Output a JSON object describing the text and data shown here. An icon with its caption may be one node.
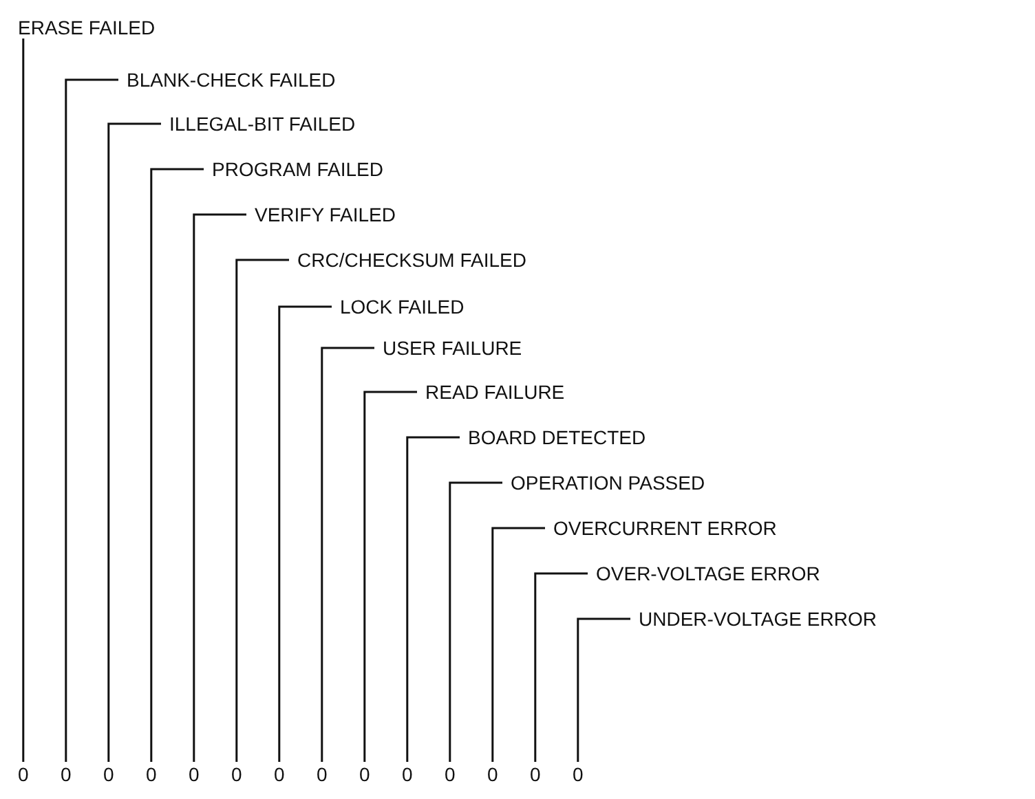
{
  "diagram": {
    "nodes": [
      {
        "text": [
          "ERASE FAILED"
        ]
      },
      {
        "text": [
          "BLANK-CHECK FAILED"
        ]
      },
      {
        "text": [
          "ILLEGAL-BIT FAILED"
        ]
      },
      {
        "text": [
          "PROGRAM FAILED"
        ]
      },
      {
        "text": [
          "VERIFY FAILED"
        ]
      },
      {
        "text": [
          "CRC/CHECKSUM FAILED"
        ]
      },
      {
        "text": [
          "LOCK FAILED"
        ]
      },
      {
        "text": [
          "USER FAILURE"
        ]
      },
      {
        "text": [
          "READ FAILURE"
        ]
      },
      {
        "text": [
          "BOARD DETECTED"
        ]
      },
      {
        "text": [
          "OPERATION PASSED"
        ]
      },
      {
        "text": [
          "OVERCURRENT ERROR"
        ]
      },
      {
        "text": [
          "OVER-VOLTAGE ERROR"
        ]
      },
      {
        "text": [
          "UNDER-VOLTAGE ERROR"
        ]
      },
      {
        "text": [
          "0"
        ]
      },
      {
        "text": [
          "0"
        ]
      },
      {
        "text": [
          "0"
        ]
      },
      {
        "text": [
          "0"
        ]
      },
      {
        "text": [
          "0"
        ]
      },
      {
        "text": [
          "0"
        ]
      },
      {
        "text": [
          "0"
        ]
      },
      {
        "text": [
          "0"
        ]
      },
      {
        "text": [
          "0"
        ]
      },
      {
        "text": [
          "0"
        ]
      },
      {
        "text": [
          "0"
        ]
      },
      {
        "text": [
          "0"
        ]
      },
      {
        "text": [
          "0"
        ]
      },
      {
        "text": [
          "0"
        ]
      }
    ],
    "edges": [
      {
        "from": 0,
        "to": 14,
        "arrow": "none"
      },
      {
        "from": 1,
        "to": 15,
        "arrow": "none"
      },
      {
        "from": 2,
        "to": 16,
        "arrow": "none"
      },
      {
        "from": 3,
        "to": 17,
        "arrow": "none"
      },
      {
        "from": 4,
        "to": 18,
        "arrow": "none"
      },
      {
        "from": 5,
        "to": 19,
        "arrow": "none"
      },
      {
        "from": 6,
        "to": 20,
        "arrow": "none"
      },
      {
        "from": 7,
        "to": 21,
        "arrow": "none"
      },
      {
        "from": 8,
        "to": 22,
        "arrow": "none"
      },
      {
        "from": 9,
        "to": 23,
        "arrow": "none"
      },
      {
        "from": 10,
        "to": 24,
        "arrow": "none"
      },
      {
        "from": 11,
        "to": 25,
        "arrow": "none"
      },
      {
        "from": 12,
        "to": 26,
        "arrow": "none"
      },
      {
        "from": 13,
        "to": 27,
        "arrow": "none"
      }
    ]
  }
}
